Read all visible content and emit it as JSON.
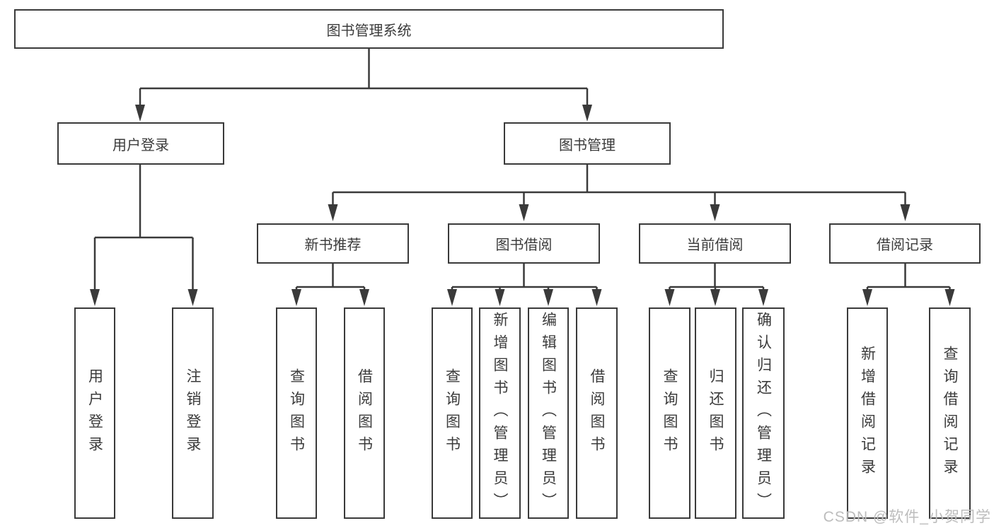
{
  "tree": {
    "root": "图书管理系统",
    "user_login": {
      "label": "用户登录",
      "children": [
        "用户登录",
        "注销登录"
      ]
    },
    "book_mgmt": {
      "label": "图书管理",
      "sections": [
        {
          "label": "新书推荐",
          "children": [
            "查询图书",
            "借阅图书"
          ]
        },
        {
          "label": "图书借阅",
          "children": [
            "查询图书",
            "新增图书（管理员）",
            "编辑图书（管理员）",
            "借阅图书"
          ]
        },
        {
          "label": "当前借阅",
          "children": [
            "查询图书",
            "归还图书",
            "确认归还（管理员）"
          ]
        },
        {
          "label": "借阅记录",
          "children": [
            "新增借阅记录",
            "查询借阅记录"
          ]
        }
      ]
    }
  },
  "watermark": "CSDN @软件_小贺同学",
  "colors": {
    "line": "#3a3a3a",
    "text": "#3b3b3b",
    "watermark": "#bdbdbd",
    "background": "#ffffff"
  }
}
